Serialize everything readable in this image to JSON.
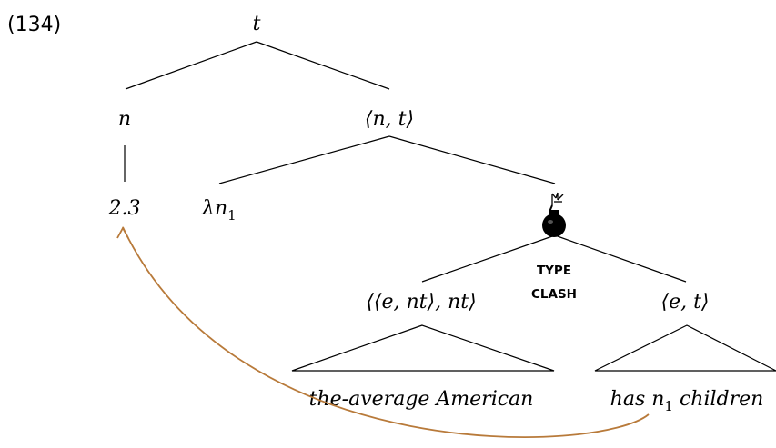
{
  "example_number": "(134)",
  "nodes": {
    "root": "t",
    "left": "n",
    "right": "⟨n, t⟩",
    "number_value": "2.3",
    "lambda_sym": "λn",
    "lambda_sub": "1",
    "dp_type": "⟨⟨e, nt⟩, nt⟩",
    "vp_type": "⟨e, t⟩",
    "dp_terminal": "the-average American",
    "vp_terminal_pre": "has n",
    "vp_terminal_sub": "1",
    "vp_terminal_post": " children"
  },
  "clash": {
    "line1": "TYPE",
    "line2": "CLASH"
  },
  "icons": {
    "bomb": "bomb-icon"
  },
  "colors": {
    "movement_arrow": "#b87a3a",
    "lines": "#000000"
  }
}
